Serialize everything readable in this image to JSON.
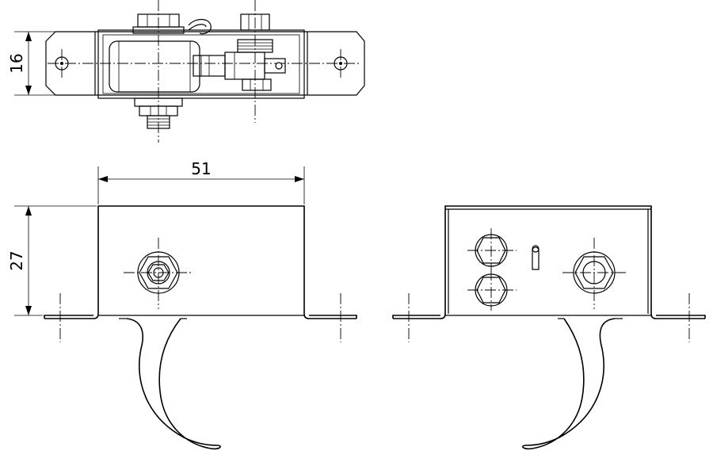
{
  "dimensions": {
    "width_label": "51",
    "height_label": "27",
    "depth_label": "16"
  },
  "colors": {
    "line": "#000000",
    "background": "#ffffff"
  }
}
